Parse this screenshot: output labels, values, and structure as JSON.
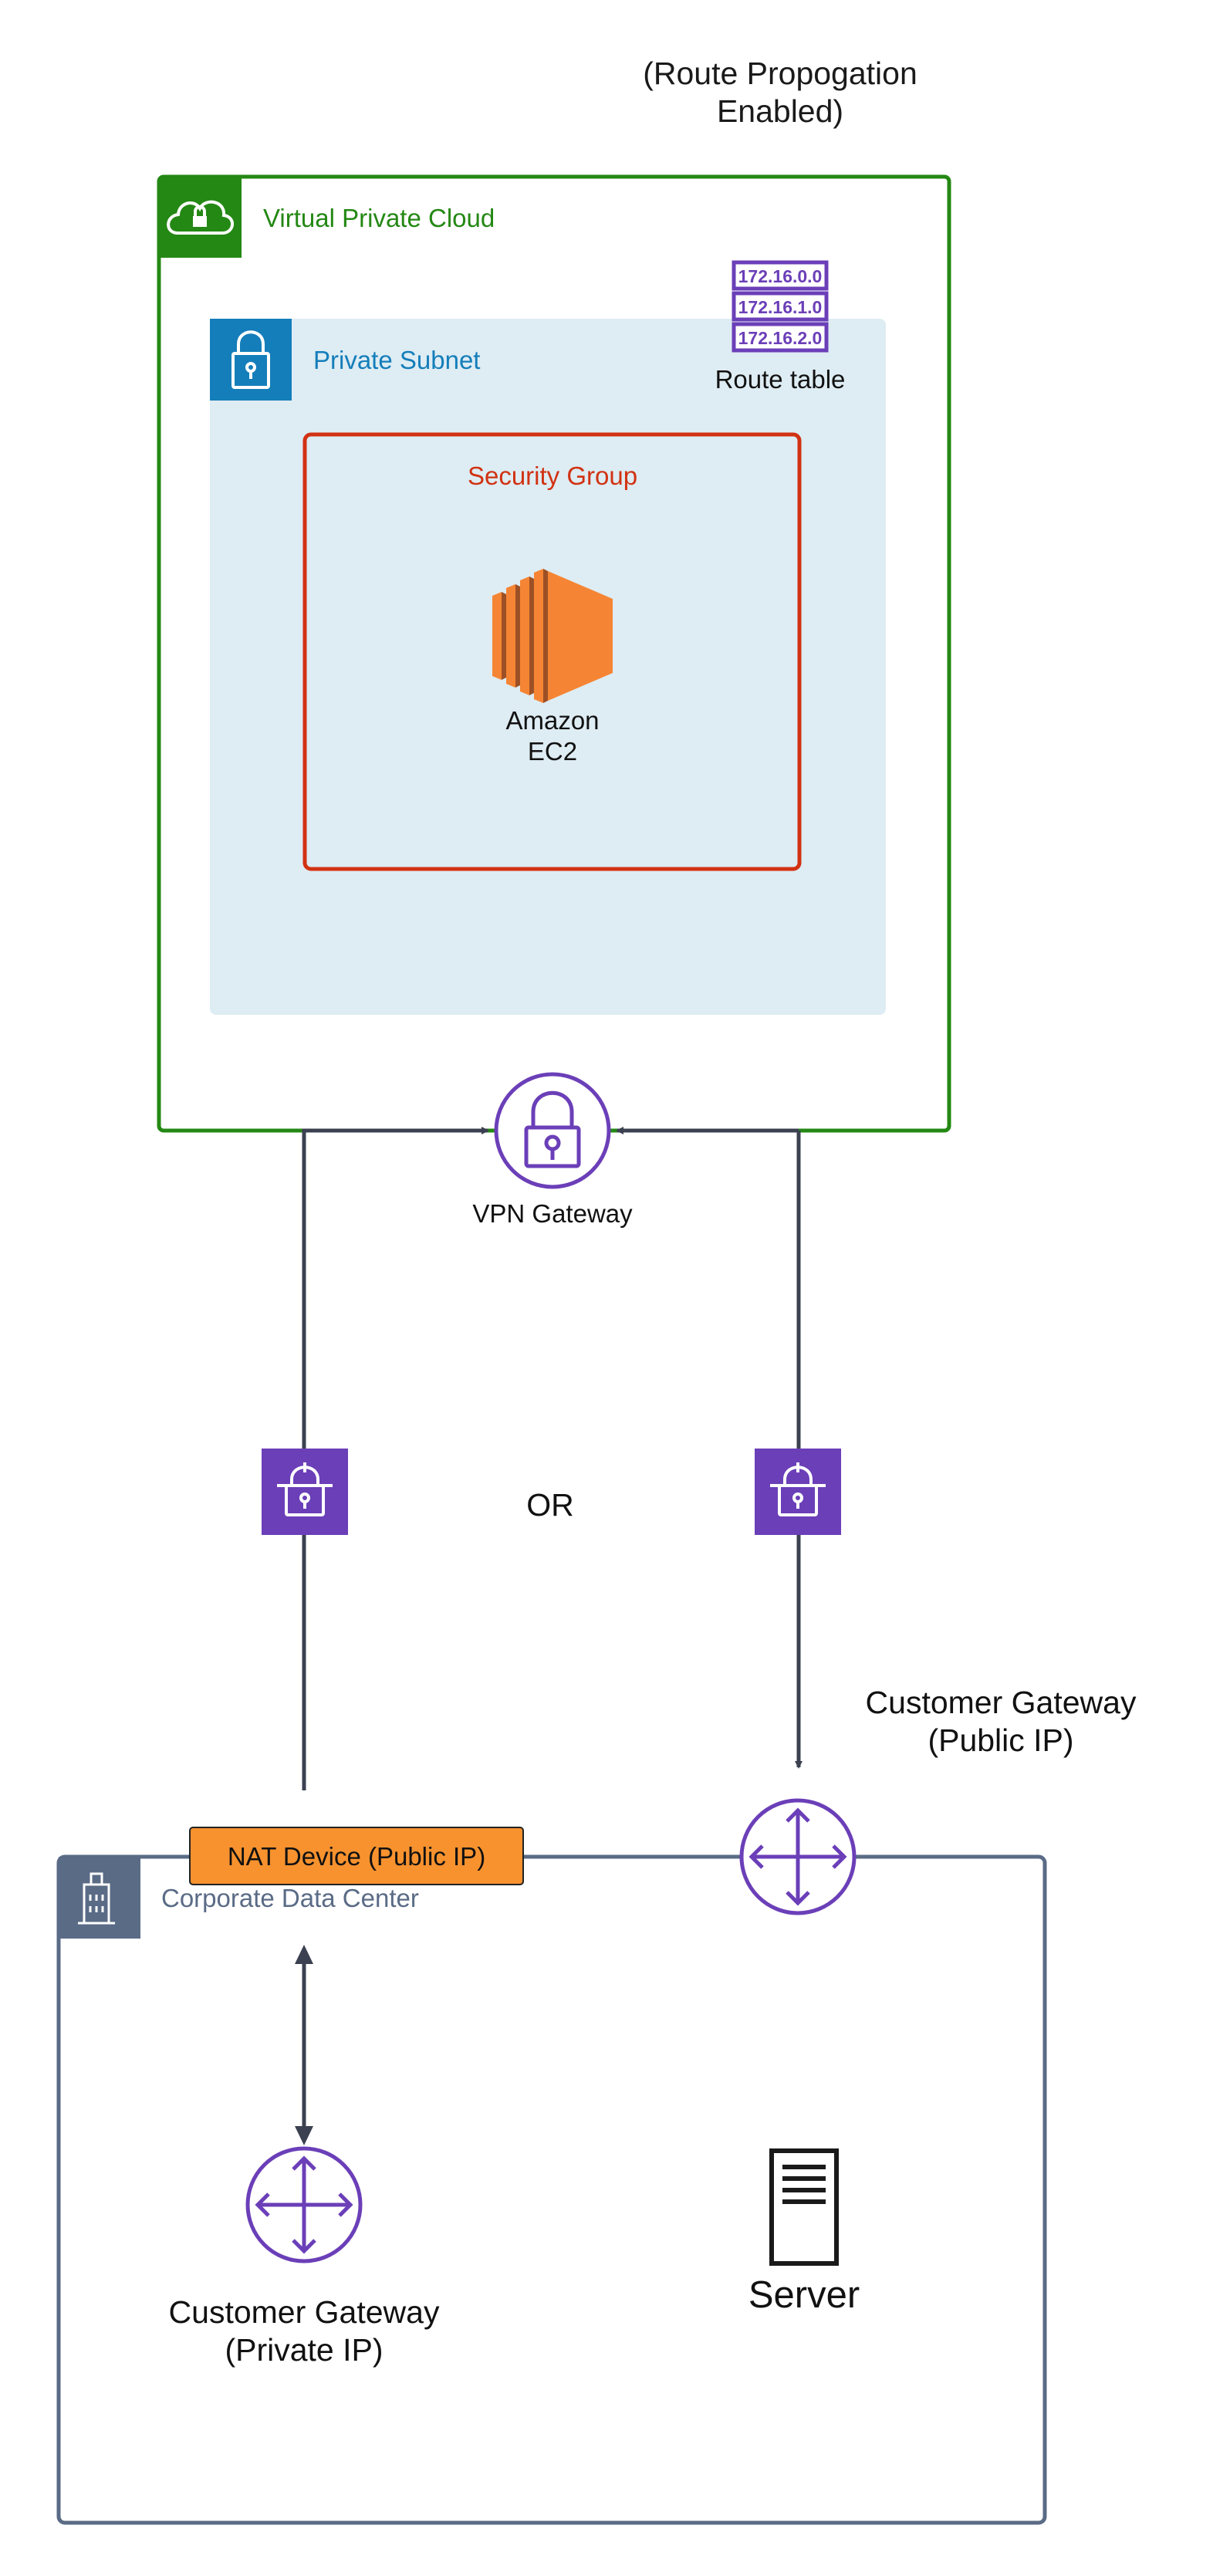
{
  "route_propagation_note": {
    "line1": "(Route Propogation",
    "line2": "Enabled)"
  },
  "vpc": {
    "label": "Virtual Private Cloud",
    "color": "#248814"
  },
  "private_subnet": {
    "label": "Private Subnet",
    "color": "#147eba",
    "fill": "#deecf3"
  },
  "route_table": {
    "entries": [
      "172.16.0.0",
      "172.16.1.0",
      "172.16.2.0"
    ],
    "label": "Route table",
    "color": "#6b3fb8"
  },
  "security_group": {
    "label": "Security Group",
    "color": "#d13212"
  },
  "ec2": {
    "line1": "Amazon",
    "line2": "EC2",
    "icon": "ec2-icon",
    "color": "#f58534"
  },
  "vpn_gateway": {
    "label": "VPN Gateway",
    "icon": "lock-icon",
    "color": "#6b3fb8"
  },
  "connection_choice": {
    "label": "OR"
  },
  "vpn_connection_icon": {
    "icon": "vpn-connection-icon",
    "color": "#6b3fb8"
  },
  "customer_gateway_public": {
    "line1": "Customer Gateway",
    "line2": "(Public IP)",
    "icon": "router-icon"
  },
  "nat_device": {
    "label": "NAT Device (Public IP)",
    "color": "#f7922f"
  },
  "corporate_data_center": {
    "label": "Corporate Data Center",
    "icon": "building-icon",
    "color": "#5a6b86"
  },
  "customer_gateway_private": {
    "line1": "Customer Gateway",
    "line2": "(Private IP)",
    "icon": "router-icon"
  },
  "server": {
    "label": "Server",
    "icon": "server-icon"
  },
  "arrow_color": "#3b4150"
}
